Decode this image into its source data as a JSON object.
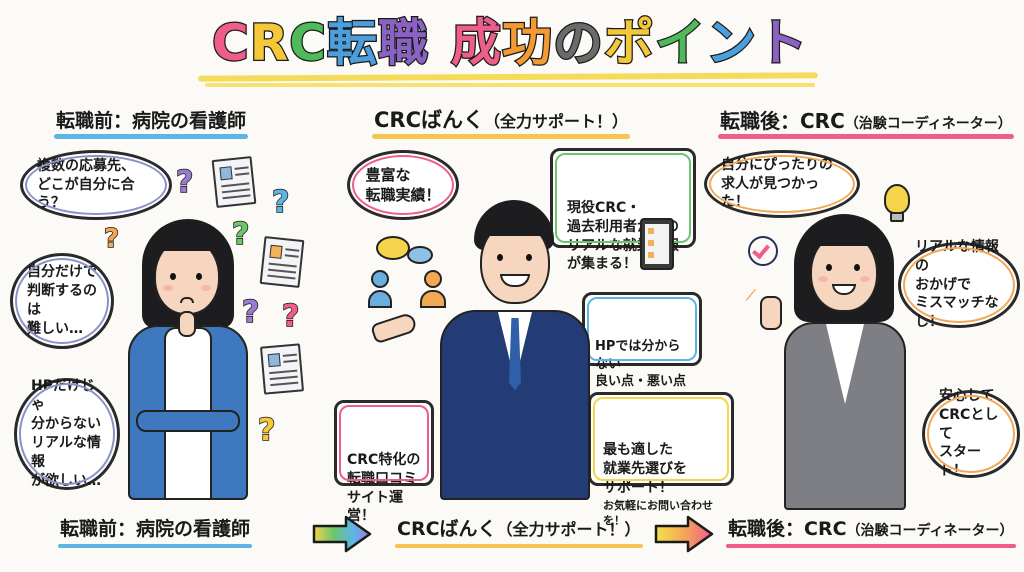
{
  "title": {
    "chars": [
      {
        "c": "C",
        "color": "#ee5d8c"
      },
      {
        "c": "R",
        "color": "#f5c83a"
      },
      {
        "c": "C",
        "color": "#4fba5a"
      },
      {
        "c": "転",
        "color": "#4a9fdc"
      },
      {
        "c": "職",
        "color": "#8b62c3"
      },
      {
        "c": " ",
        "color": ""
      },
      {
        "c": "成",
        "color": "#ee5d8c"
      },
      {
        "c": "功",
        "color": "#f39a33"
      },
      {
        "c": "の",
        "color": "#6b6b6b"
      },
      {
        "c": "ポ",
        "color": "#f5c83a"
      },
      {
        "c": "イ",
        "color": "#4fba5a"
      },
      {
        "c": "ン",
        "color": "#4a9fdc"
      },
      {
        "c": "ト",
        "color": "#8b62c3"
      }
    ],
    "underline_color": "#f4dc5a"
  },
  "sections": {
    "before": {
      "heading_main": "転職前：病院の看護師",
      "underline_color": "#5db5e6",
      "bubbles": [
        {
          "text": "複数の応募先、\nどこが自分に合う？"
        },
        {
          "text": "自分だけで\n判断するのは\n難しい…"
        },
        {
          "text": "HPだけじゃ\n分からない\nリアルな情報\nが欲しい…"
        }
      ],
      "bubble_accent": "#8a93c9"
    },
    "support": {
      "heading_main": "CRCばんく",
      "heading_sub": "（全力サポート！）",
      "underline_color": "#f5c452",
      "bubbles": [
        {
          "text": "豊富な\n転職実績！",
          "accent": "#ee5d8c"
        },
        {
          "text": "現役CRC・\n過去利用者からの\nリアルな就業情報\nが集まる！",
          "accent": "#6cc66a"
        },
        {
          "text": "HPでは分からない\n良い点・悪い点を\n　把握！",
          "accent": "#5db5e6"
        },
        {
          "text": "CRC特化の\n転職口コミ\nサイト運営！",
          "accent": "#ee5d8c"
        },
        {
          "text": "最も適した\n就業先選びを\nサポート！",
          "note": "お気軽にお問い合わせを！",
          "accent": "#f3d64a"
        }
      ]
    },
    "after": {
      "heading_main": "転職後：CRC",
      "heading_sub": "（治験コーディネーター）",
      "underline_color": "#ee5d8c",
      "bubbles": [
        {
          "text": "自分にぴったりの\n求人が見つかった！"
        },
        {
          "text": "リアルな情報の\nおかげで\nミスマッチなし！"
        },
        {
          "text": "安心して\nCRCとして\nスタート！"
        }
      ],
      "bubble_accent": "#f3a856"
    }
  },
  "flow": {
    "steps": [
      {
        "main": "転職前：病院の看護師",
        "sub": "",
        "underline_color": "#5db5e6"
      },
      {
        "main": "CRCばんく",
        "sub": "（全力サポート！）",
        "underline_color": "#f5c452"
      },
      {
        "main": "転職後：CRC",
        "sub": "（治験コーディネーター）",
        "underline_color": "#ee5d8c"
      }
    ],
    "arrows": [
      {
        "gradient": [
          "#f5d34a",
          "#6cc66a",
          "#5db5e6",
          "#9b7bd0"
        ]
      },
      {
        "gradient": [
          "#f5e04a",
          "#f3a856",
          "#ee5d8c"
        ]
      }
    ]
  },
  "decorations": {
    "question_marks": [
      {
        "color": "#9b7bd0"
      },
      {
        "color": "#5db5e6"
      },
      {
        "color": "#f3a856"
      },
      {
        "color": "#6cc66a"
      },
      {
        "color": "#9b7bd0"
      },
      {
        "color": "#ee5d8c"
      },
      {
        "color": "#9b7bd0"
      },
      {
        "color": "#f5c83a"
      }
    ],
    "qmark_glyph": "?",
    "check_color": "#ee5d8c",
    "bulb_color": "#f5d34a"
  }
}
